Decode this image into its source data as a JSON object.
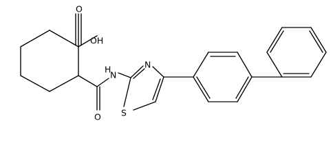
{
  "atoms": {
    "hydroxyl": "OH",
    "carboxyl_oxygen": "O",
    "amide_nitrogen": "H",
    "amide_nitrogen_n": "N",
    "amide_oxygen": "O",
    "thiazole_nitrogen": "N",
    "thiazole_sulfur": "S"
  },
  "colors": {
    "ink": "#000000",
    "background": "#ffffff"
  }
}
